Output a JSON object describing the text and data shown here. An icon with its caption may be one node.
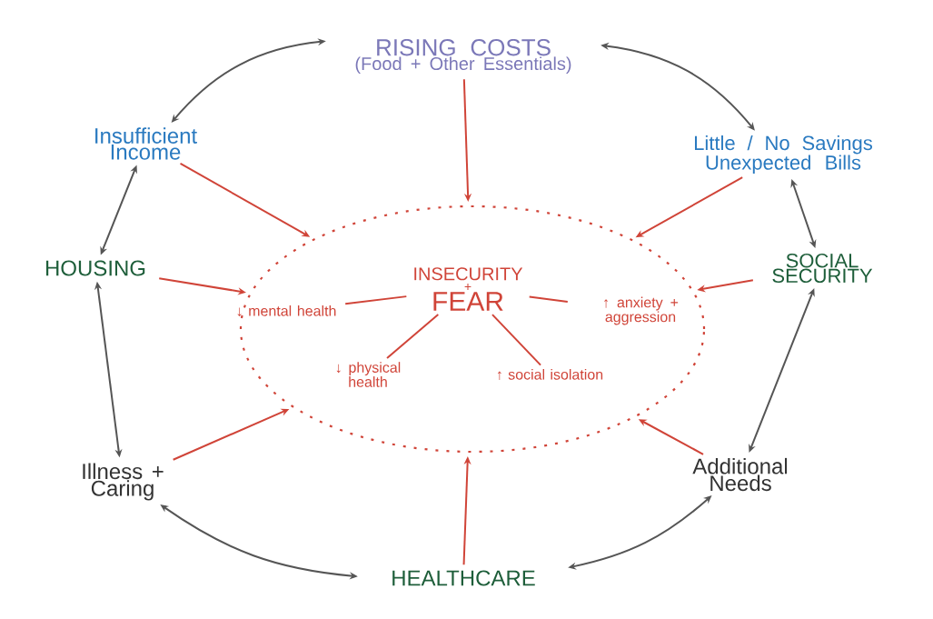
{
  "diagram": {
    "nodes": [
      {
        "text": [
          "RISING COSTS",
          "(Food + Other Essentials)"
        ]
      },
      {
        "text": [
          "Insufficient Income"
        ]
      },
      {
        "text": [
          "Little / No Savings",
          "Unexpected Bills"
        ]
      },
      {
        "text": [
          "HOUSING"
        ]
      },
      {
        "text": [
          "SOCIAL SECURITY"
        ]
      },
      {
        "text": [],
        "shape": "ellipse"
      },
      {
        "text": [
          "INSECURITY",
          "+",
          "FEAR"
        ],
        "in": 5
      },
      {
        "text": [
          "↓ mental health"
        ],
        "in": 5
      },
      {
        "text": [
          "↑ anxiety + aggression"
        ],
        "in": 5
      },
      {
        "text": [
          "↓ physical health"
        ],
        "in": 5
      },
      {
        "text": [
          "↑ social isolation"
        ],
        "in": 5
      },
      {
        "text": [
          "Illness + Caring"
        ]
      },
      {
        "text": [
          "Additional Needs"
        ]
      },
      {
        "text": [
          "HEALTHCARE"
        ]
      }
    ],
    "edges": [
      {
        "from": 1,
        "to": 0,
        "arrow": "both",
        "color": "#555555"
      },
      {
        "from": 0,
        "to": 2,
        "arrow": "both",
        "color": "#555555"
      },
      {
        "from": 2,
        "to": 4,
        "arrow": "both",
        "color": "#555555"
      },
      {
        "from": 1,
        "to": 3,
        "arrow": "both",
        "color": "#555555"
      },
      {
        "from": 3,
        "to": 11,
        "arrow": "both",
        "color": "#555555"
      },
      {
        "from": 4,
        "to": 12,
        "arrow": "both",
        "color": "#555555"
      },
      {
        "from": 11,
        "to": 13,
        "arrow": "both",
        "color": "#555555"
      },
      {
        "from": 13,
        "to": 12,
        "arrow": "both",
        "color": "#555555"
      },
      {
        "from": 0,
        "to": 5,
        "arrow": "to"
      },
      {
        "from": 1,
        "to": 5,
        "arrow": "to"
      },
      {
        "from": 2,
        "to": 5,
        "arrow": "to"
      },
      {
        "from": 3,
        "to": 5,
        "arrow": "to"
      },
      {
        "from": 4,
        "to": 5,
        "arrow": "to"
      },
      {
        "from": 11,
        "to": 5,
        "arrow": "to"
      },
      {
        "from": 13,
        "to": 5,
        "arrow": "to"
      },
      {
        "from": 12,
        "to": 5,
        "arrow": "to"
      },
      {
        "from": 6,
        "to": 7,
        "arrow": "none"
      },
      {
        "from": 6,
        "to": 8,
        "arrow": "none"
      },
      {
        "from": 6,
        "to": 9,
        "arrow": "none"
      },
      {
        "from": 6,
        "to": 10,
        "arrow": "none"
      }
    ]
  }
}
